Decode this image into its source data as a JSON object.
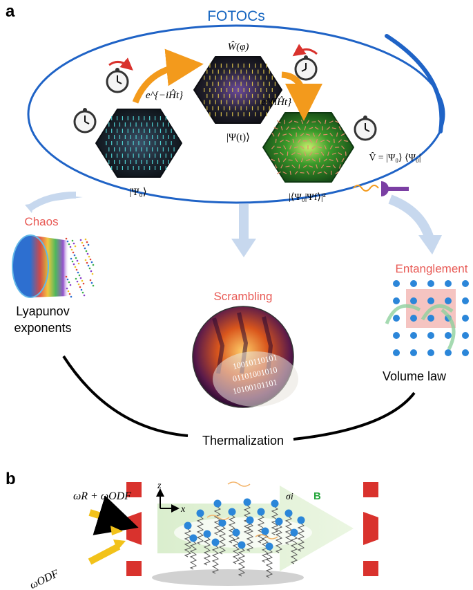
{
  "panels": {
    "a": "a",
    "b": "b"
  },
  "title": "FOTOCs",
  "stages": {
    "initial_state": "|Ψ₀⟩",
    "forward_evolution": "e^{−iĤt}",
    "butterfly_operator": "Ŵ(φ)",
    "evolved_state": "|Ψ(t)⟩",
    "backward_evolution": "e^{iĤt}",
    "projector": "V̂ = |Ψ₀⟩ ⟨Ψ₀|",
    "fidelity": "|⟨Ψ₀|Ψf⟩|²"
  },
  "concepts": {
    "chaos": "Chaos",
    "lyapunov_line1": "Lyapunov",
    "lyapunov_line2": "exponents",
    "scrambling": "Scrambling",
    "entanglement": "Entanglement",
    "volume_law": "Volume law",
    "thermalization": "Thermalization"
  },
  "panel_b": {
    "beam_top": "ωR + ωODF",
    "beam_bottom": "ωODF",
    "axis_z": "z",
    "axis_x": "x",
    "spin_label": "σi",
    "field_label": "B"
  },
  "binary_text": [
    "10010110101",
    "01101001010",
    "10100101101"
  ],
  "colors": {
    "title_blue": "#1565c0",
    "ellipse_blue": "#1f63c6",
    "concept_red": "#e85a55",
    "arrow_orange": "#f39a1c",
    "ion_blue": "#2b86d9",
    "field_green": "#23a53a",
    "trap_red": "#d9322d",
    "beam_yellow": "#f2c21a"
  }
}
